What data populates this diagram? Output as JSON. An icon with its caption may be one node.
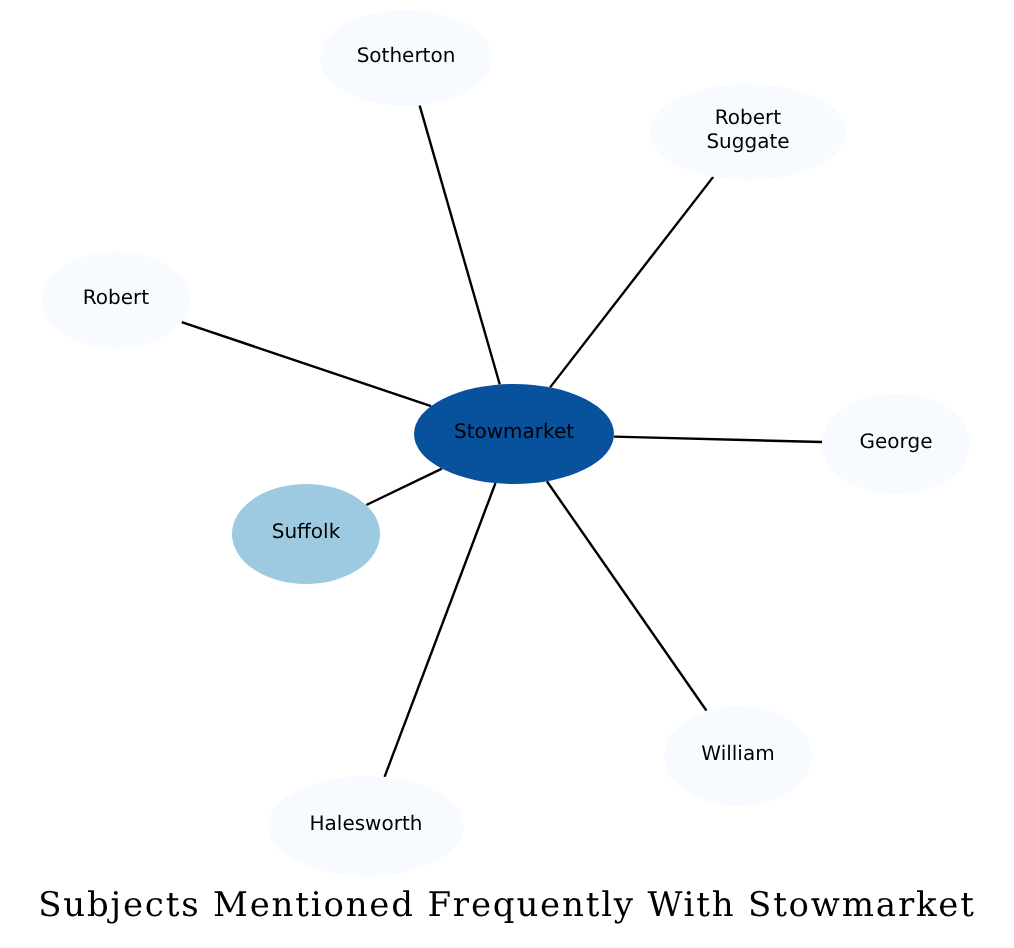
{
  "diagram": {
    "title": "Subjects Mentioned Frequently With Stowmarket",
    "nodes": [
      {
        "text": [
          "Sotherton"
        ]
      },
      {
        "text": [
          "Robert Suggate"
        ]
      },
      {
        "text": [
          "Robert"
        ]
      },
      {
        "text": [
          "Stowmarket"
        ]
      },
      {
        "text": [
          "George"
        ]
      },
      {
        "text": [
          "Suffolk"
        ]
      },
      {
        "text": [
          "William"
        ]
      },
      {
        "text": [
          "Halesworth"
        ]
      }
    ],
    "edges": [
      {
        "from": 3,
        "to": 0,
        "arrow": "none"
      },
      {
        "from": 3,
        "to": 1,
        "arrow": "none"
      },
      {
        "from": 3,
        "to": 2,
        "arrow": "none"
      },
      {
        "from": 3,
        "to": 4,
        "arrow": "none"
      },
      {
        "from": 3,
        "to": 5,
        "arrow": "none"
      },
      {
        "from": 3,
        "to": 6,
        "arrow": "none"
      },
      {
        "from": 3,
        "to": 7,
        "arrow": "none"
      }
    ]
  }
}
